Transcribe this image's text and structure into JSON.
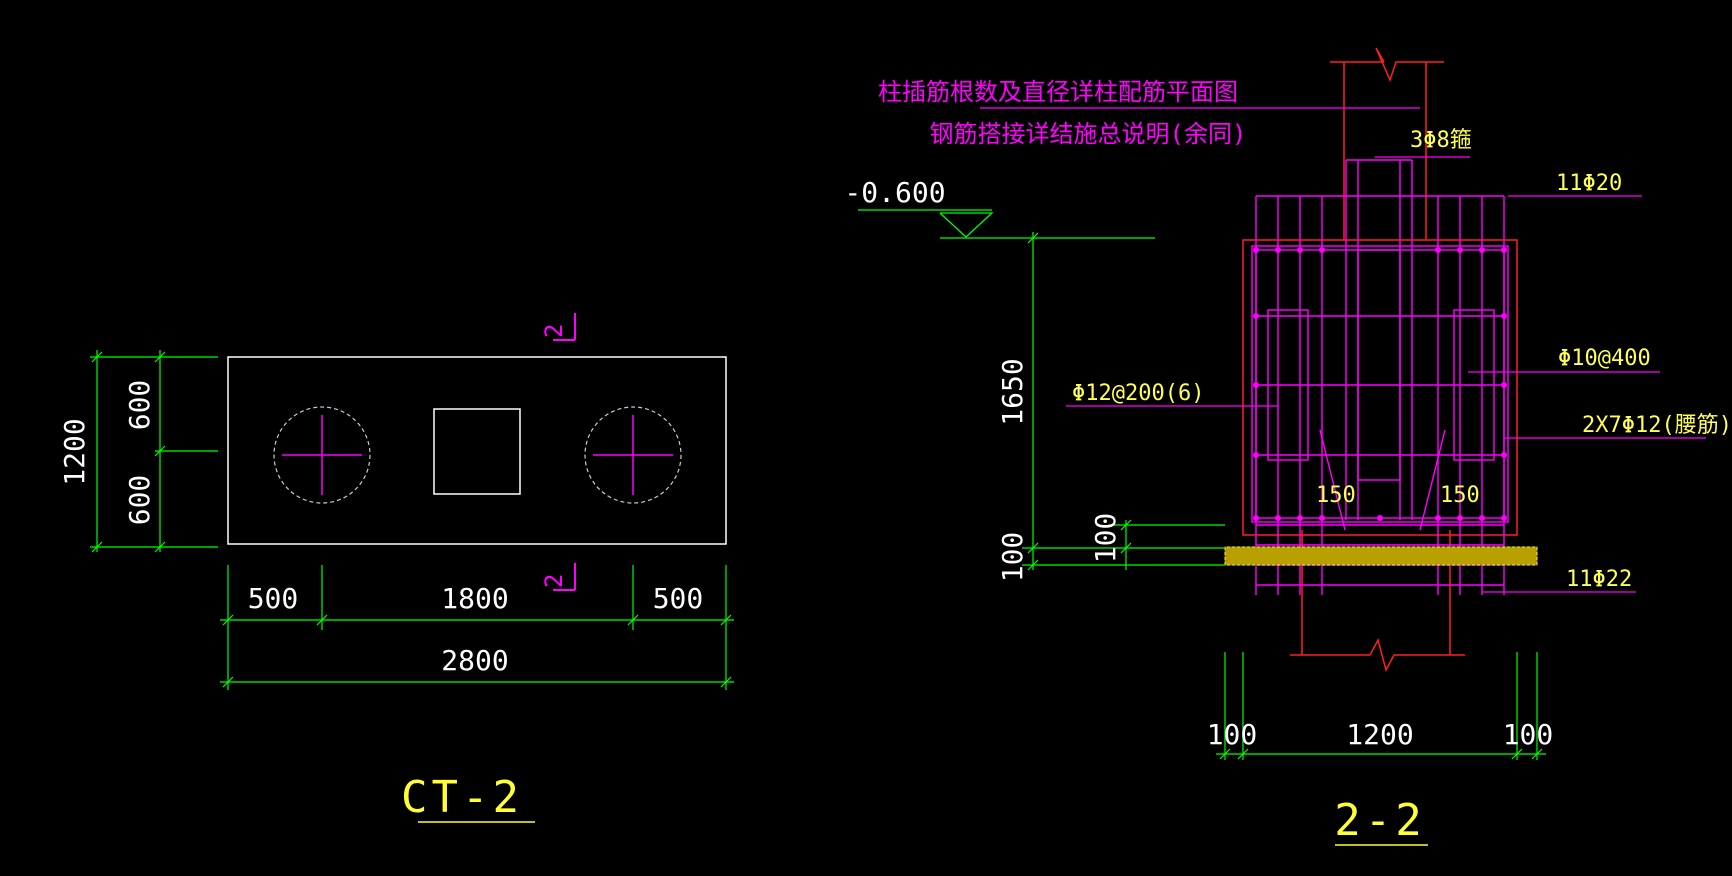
{
  "plan": {
    "title": "CT-2",
    "section_mark": "2",
    "dims": {
      "height_total": "1200",
      "height_upper": "600",
      "height_lower": "600",
      "width_left": "500",
      "width_mid": "1800",
      "width_right": "500",
      "width_total": "2800"
    }
  },
  "section": {
    "title": "2-2",
    "note_line1": "柱插筋根数及直径详柱配筋平面图",
    "note_line2": "钢筋搭接详结施总说明(余同)",
    "elevation": "-0.600",
    "stirrup_label": "3Φ8箍",
    "top_bars": "11Φ20",
    "side_bars": "Φ10@400",
    "waist_bars": "2X7Φ12(腰筋)",
    "ties": "Φ12@200(6)",
    "bottom_bars": "11Φ22",
    "depth": "1650",
    "cushion": "100",
    "cover": "100",
    "slope_left": "150",
    "slope_right": "150",
    "bottom_left": "100",
    "bottom_width": "1200",
    "bottom_right": "100"
  },
  "colors": {
    "dimension": "#00ff00",
    "rebar": "#ff00ff",
    "outline": "#ff2020",
    "text": "#ffffff",
    "label": "#ffff55"
  }
}
